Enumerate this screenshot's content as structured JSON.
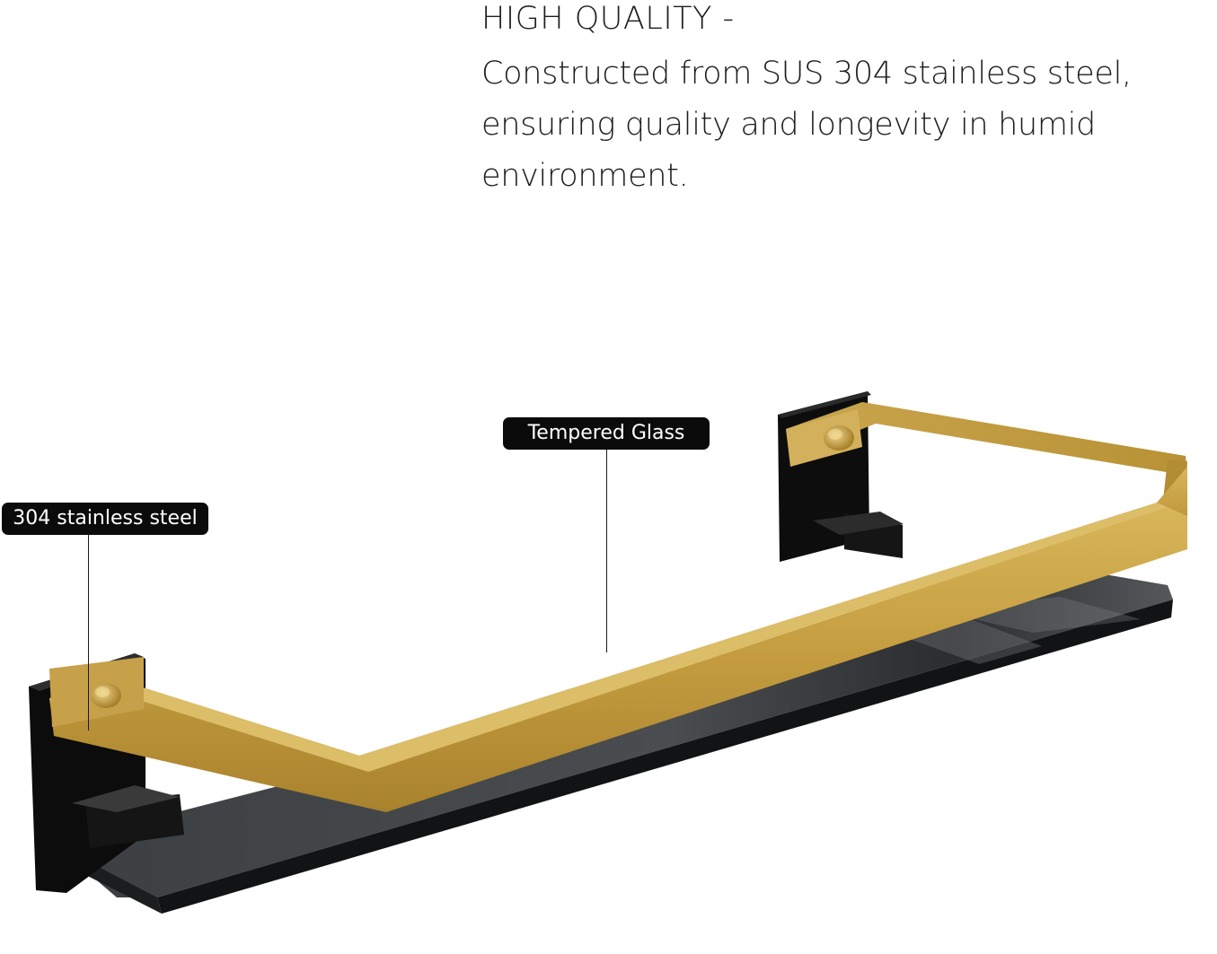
{
  "headline": {
    "title": "HIGH QUALITY -",
    "description": "Constructed from SUS 304 stainless steel, ensuring quality and longevity in humid environment."
  },
  "callouts": {
    "steel": "304 stainless steel",
    "glass": "Tempered Glass"
  },
  "colors": {
    "gold": "#c9a247",
    "black": "#0b0b0b",
    "glass": "#3a3d40"
  },
  "product": "wall-mounted bathroom shelf with gold rail and dark tempered glass"
}
